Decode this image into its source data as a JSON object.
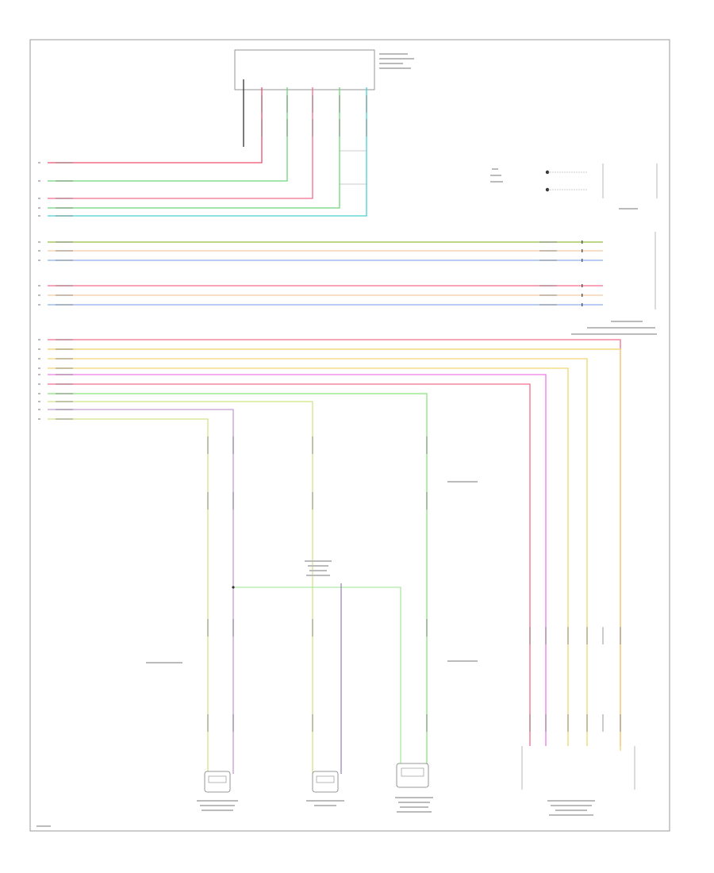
{
  "colors": {
    "red": "#ef4f6f",
    "pink": "#f56c8a",
    "green": "#6fd47a",
    "ltgreen": "#9be58f",
    "cyan": "#47d0d4",
    "olive": "#93bc3e",
    "tan": "#f4c9a4",
    "blue": "#8fb1ee",
    "yellow": "#f2d674",
    "magenta": "#f07ae4",
    "lavender": "#c49ed4",
    "violet": "#9b88b8",
    "yellowgreen": "#cfe58a",
    "dark": "#333333",
    "frame": "#9a9a9a"
  },
  "icons": [
    "connector-symbol",
    "ground-symbol",
    "splice-dot",
    "sensor-connector"
  ]
}
